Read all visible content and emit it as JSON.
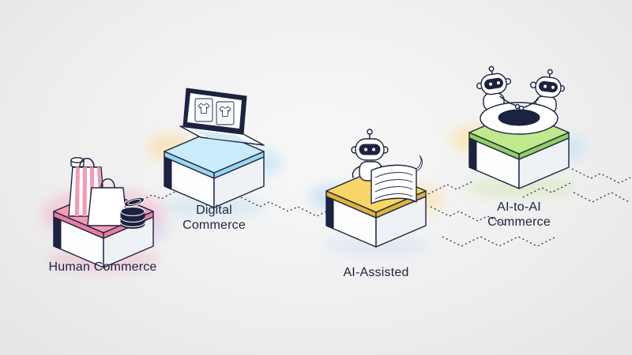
{
  "palette": {
    "navy": "#1c2340",
    "face": "#fdfdfe",
    "face_shade": "#eef1f6",
    "background": "#ededed"
  },
  "stages": [
    {
      "id": "human-commerce",
      "label_lines": [
        "Human Commerce"
      ],
      "top_color": "#f49ab3",
      "edge_color": "#e87e9f",
      "glow_color": "#f0a8c4",
      "icon": "shopping-bags-and-coins"
    },
    {
      "id": "digital-commerce",
      "label_lines": [
        "Digital",
        "Commerce"
      ],
      "top_color": "#c8ecfa",
      "edge_color": "#9bd7ec",
      "glow_color": "#badff0",
      "icon": "laptop-with-product-cards"
    },
    {
      "id": "ai-assisted",
      "label_lines": [
        "AI-Assisted"
      ],
      "top_color": "#f7d567",
      "edge_color": "#e0b33f",
      "glow_color": "#c9ddef",
      "icon": "robot-with-curved-list"
    },
    {
      "id": "ai-to-ai-commerce",
      "label_lines": [
        "AI-to-AI",
        "Commerce"
      ],
      "top_color": "#bfe98c",
      "edge_color": "#93cf5f",
      "glow_color": "#cfe8a8",
      "icon": "two-robots-around-round-table"
    }
  ]
}
